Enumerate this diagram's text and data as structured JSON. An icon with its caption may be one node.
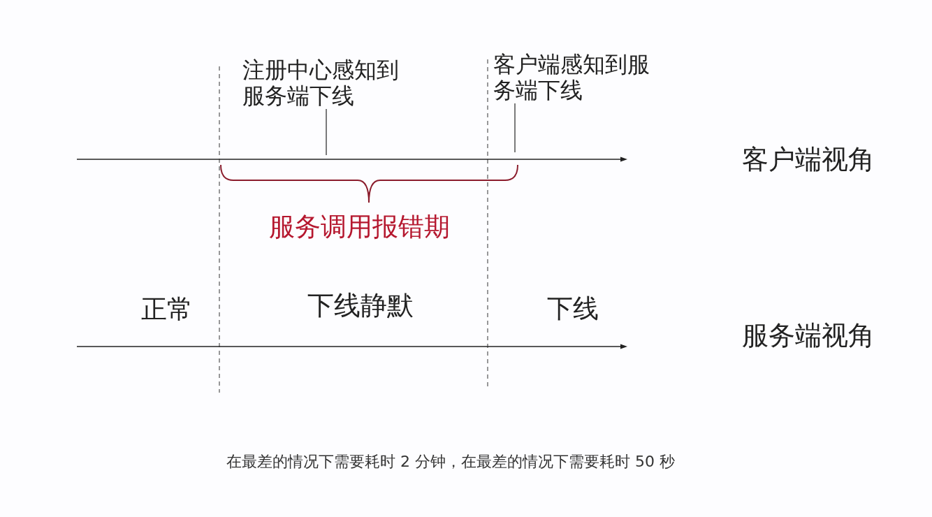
{
  "diagram": {
    "caption": "在最差的情况下需要耗时 2 分钟，在最差的情况下需要耗时 50 秒",
    "nodes": [
      {
        "text": [
          "注册中心感知到服务端下线"
        ]
      },
      {
        "text": [
          "客户端感知到服务端下线"
        ]
      }
    ],
    "edges": [
      {
        "from": 0,
        "to": null,
        "arrow": "none"
      },
      {
        "from": 1,
        "to": null,
        "arrow": "none"
      }
    ],
    "labels": [
      "客户端视角",
      "服务调用报错期",
      "正常",
      "下线静默",
      "下线",
      "服务端视角"
    ]
  }
}
